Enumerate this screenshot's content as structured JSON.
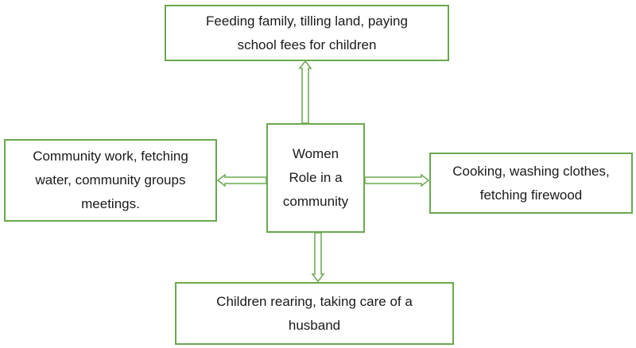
{
  "diagram": {
    "center": {
      "lines": [
        "Women",
        "Role in a",
        "community"
      ]
    },
    "top": {
      "lines": [
        "Feeding family, tilling land, paying",
        "school fees for children"
      ]
    },
    "left": {
      "lines": [
        "Community work, fetching",
        "water, community groups",
        "meetings."
      ]
    },
    "right": {
      "lines": [
        "Cooking, washing clothes,",
        "fetching firewood"
      ]
    },
    "bottom": {
      "lines": [
        "Children rearing, taking care of a",
        "husband"
      ]
    },
    "colors": {
      "border": "#6aa84f",
      "text": "#1a1a1a",
      "background": "#ffffff"
    }
  }
}
